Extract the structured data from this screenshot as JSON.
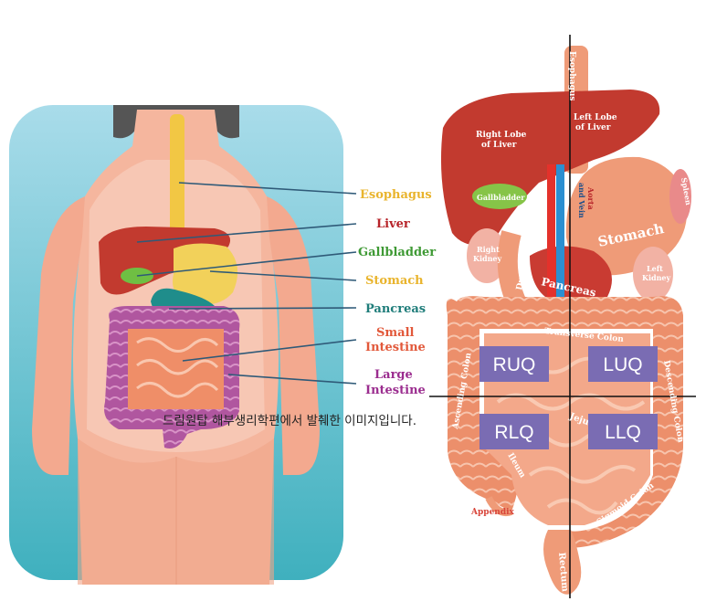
{
  "left_labels": [
    {
      "id": "esophagus",
      "text": "Esophagus",
      "color": "#e9b42d"
    },
    {
      "id": "liver",
      "text": "Liver",
      "color": "#b7242a"
    },
    {
      "id": "gallbladder",
      "text": "Gallbladder",
      "color": "#3f9a35"
    },
    {
      "id": "stomach",
      "text": "Stomach",
      "color": "#e9b42d"
    },
    {
      "id": "pancreas",
      "text": "Pancreas",
      "color": "#1f7d7a"
    },
    {
      "id": "small_intestine_1",
      "text": "Small",
      "color": "#e2583a"
    },
    {
      "id": "small_intestine_2",
      "text": "Intestine",
      "color": "#e2583a"
    },
    {
      "id": "large_intestine_1",
      "text": "Large",
      "color": "#9b2d8f"
    },
    {
      "id": "large_intestine_2",
      "text": "Intestine",
      "color": "#9b2d8f"
    }
  ],
  "right_labels": {
    "esophagus": "Esophagus",
    "right_lobe_1": "Right Lobe",
    "right_lobe_2": "of Liver",
    "left_lobe_1": "Left Lobe",
    "left_lobe_2": "of Liver",
    "gallbladder": "Gallbladder",
    "aorta": "Aorta",
    "vena": "and Vein",
    "spleen": "Spleen",
    "stomach": "Stomach",
    "right_kidney_1": "Right",
    "right_kidney_2": "Kidney",
    "left_kidney_1": "Left",
    "left_kidney_2": "Kidney",
    "duodenum": "Duodenum",
    "pancreas": "Pancreas",
    "transverse_colon": "Transverse Colon",
    "ascending_colon": "Ascending Colon",
    "descending_colon": "Descending Colon",
    "jejunum": "Jejunum",
    "ileum": "Ileum",
    "appendix": "Appendix",
    "sigmoid_colon": "Sigmoid Colon",
    "rectum": "Rectum"
  },
  "quadrants": {
    "ruq": "RUQ",
    "luq": "LUQ",
    "rlq": "RLQ",
    "llq": "LLQ"
  },
  "colors": {
    "quadrant_box": "#7a6cb3",
    "panel_top": "#a9dcea",
    "panel_bottom": "#3fb0be",
    "intestine": "#ec8f6b",
    "liver": "#c23a2f",
    "stomach": "#ef9b78"
  },
  "caption": "드림원탑 해부생리학편에서 발췌한 이미지입니다."
}
